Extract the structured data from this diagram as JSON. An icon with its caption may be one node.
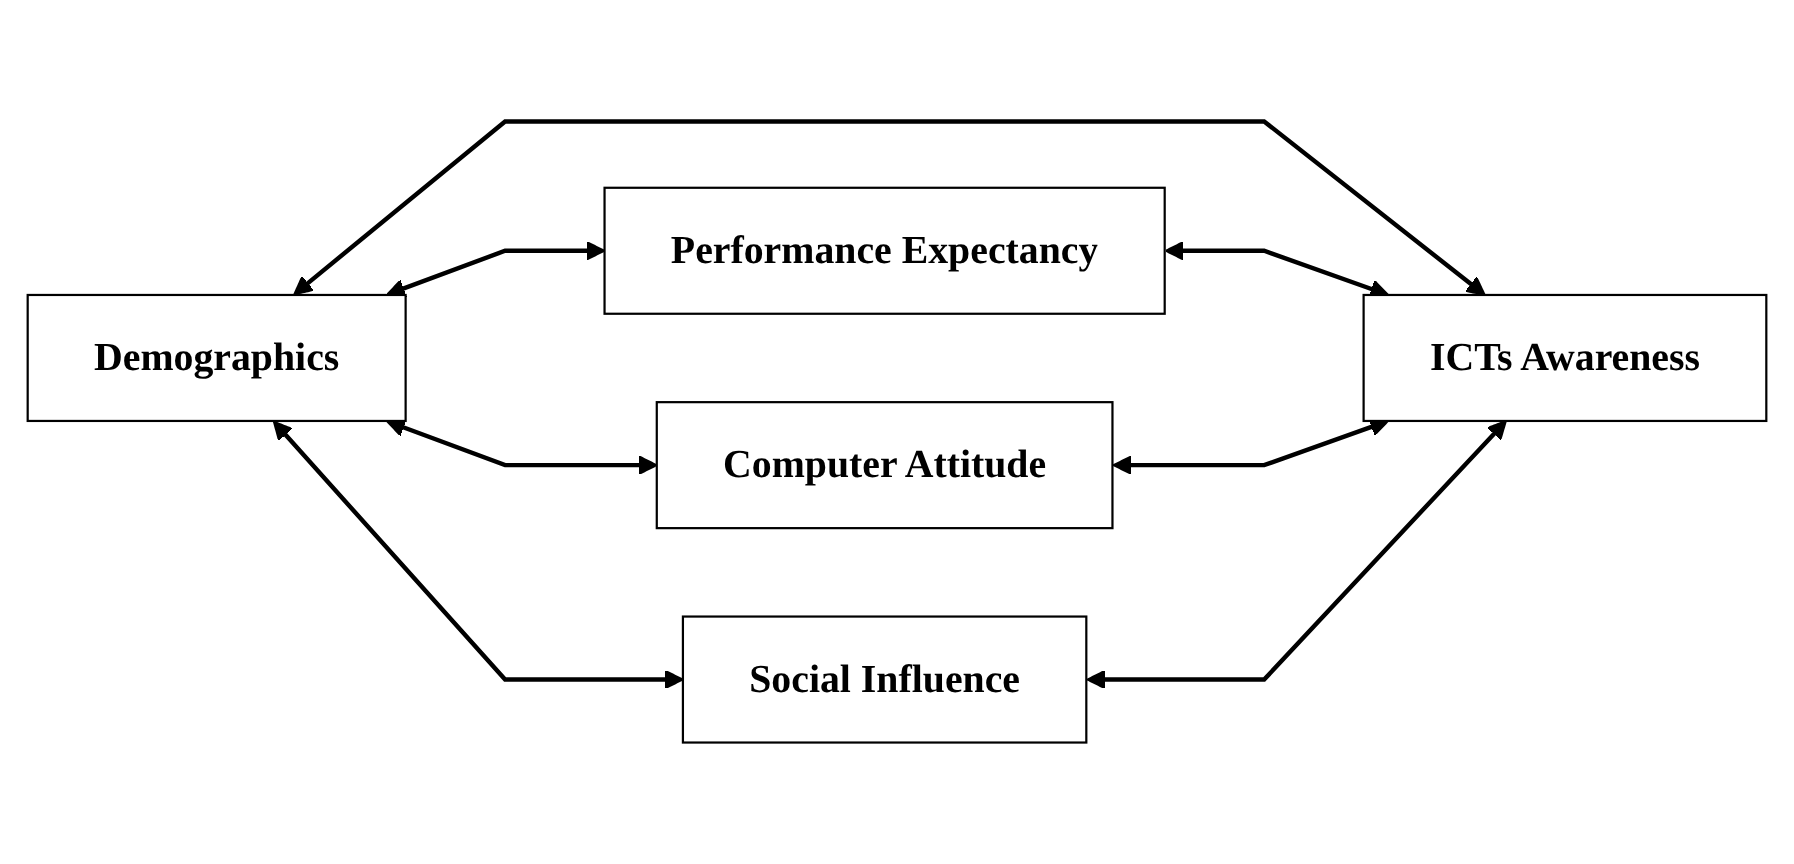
{
  "diagram": {
    "nodes": [
      {
        "text": [
          "Demographics"
        ]
      },
      {
        "text": [
          "Performance Expectancy"
        ]
      },
      {
        "text": [
          "ICTs Awareness"
        ]
      },
      {
        "text": [
          "Computer Attitude"
        ]
      },
      {
        "text": [
          "Social Influence"
        ]
      }
    ],
    "edges": [
      {
        "from": 0,
        "to": 4,
        "arrow": "both"
      },
      {
        "from": 0,
        "to": 3,
        "arrow": "both"
      },
      {
        "from": 0,
        "to": 1,
        "arrow": "both"
      },
      {
        "from": 0,
        "to": 2,
        "arrow": "both"
      },
      {
        "from": 1,
        "to": 2,
        "arrow": "both"
      },
      {
        "from": 3,
        "to": 2,
        "arrow": "both"
      },
      {
        "from": 4,
        "to": 2,
        "arrow": "both"
      }
    ]
  }
}
